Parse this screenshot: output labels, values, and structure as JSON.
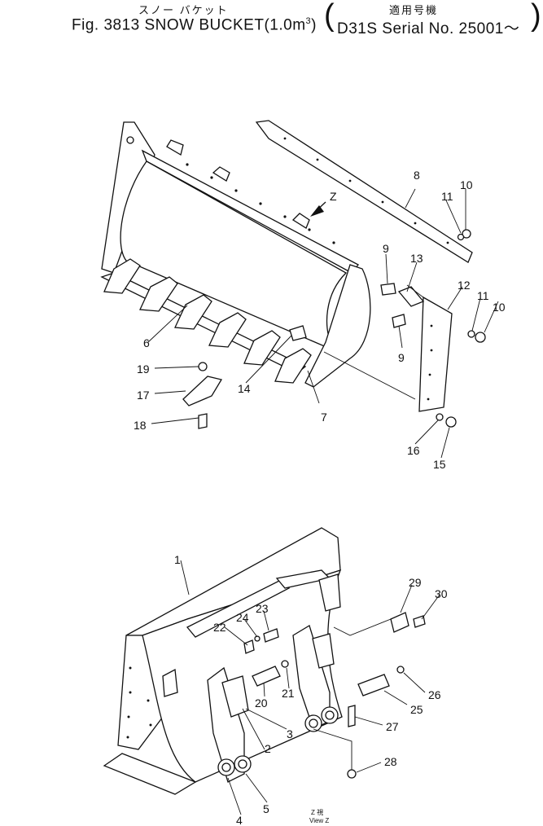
{
  "header": {
    "jp_title": "スノー バケット",
    "jp_applicable": "適用号機",
    "fig_title": "Fig. 3813 SNOW BUCKET(1.0m",
    "fig_sup": "3",
    "fig_close": ")",
    "model": "D31S Serial No. 25001～"
  },
  "top_view": {
    "arrow_label": "Z",
    "callouts": [
      "6",
      "7",
      "8",
      "9",
      "9",
      "10",
      "10",
      "11",
      "11",
      "12",
      "13",
      "14",
      "15",
      "16",
      "17",
      "18",
      "19"
    ]
  },
  "bottom_view": {
    "callouts": [
      "1",
      "2",
      "3",
      "4",
      "5",
      "20",
      "21",
      "22",
      "23",
      "24",
      "25",
      "26",
      "27",
      "28",
      "29",
      "30"
    ],
    "view_label_jp": "Z 視",
    "view_label_en": "View Z"
  }
}
